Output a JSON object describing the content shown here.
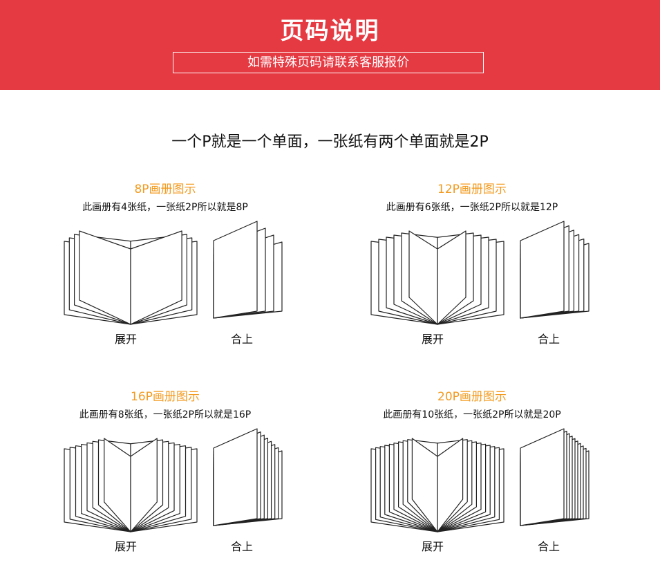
{
  "header": {
    "title": "页码说明",
    "subtitle": "如需特殊页码请联系客服报价"
  },
  "main_description": "一个P就是一个单面，一张纸有两个单面就是2P",
  "cards": [
    {
      "title": "8P画册图示",
      "description": "此画册有4张纸，一张纸2P所以就是8P",
      "sheets": 4,
      "open_label": "展开",
      "closed_label": "合上"
    },
    {
      "title": "12P画册图示",
      "description": "此画册有6张纸，一张纸2P所以就是12P",
      "sheets": 6,
      "open_label": "展开",
      "closed_label": "合上"
    },
    {
      "title": "16P画册图示",
      "description": "此画册有8张纸，一张纸2P所以就是16P",
      "sheets": 8,
      "open_label": "展开",
      "closed_label": "合上"
    },
    {
      "title": "20P画册图示",
      "description": "此画册有10张纸，一张纸2P所以就是20P",
      "sheets": 10,
      "open_label": "展开",
      "closed_label": "合上"
    }
  ]
}
